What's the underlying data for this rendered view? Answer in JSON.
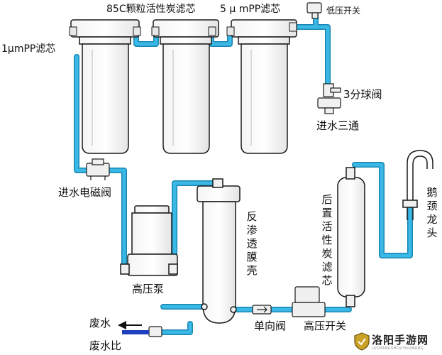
{
  "labels": {
    "cartridge_85c": "85C颗粒活性炭滤芯",
    "cartridge_5um": "5 μ mPP滤芯",
    "low_pressure_switch": "低压开关",
    "pp_1um": "1μmPP滤芯",
    "ball_valve_3": "3分球阀",
    "inlet_tee": "进水三通",
    "inlet_solenoid": "进水电磁阀",
    "ro_housing": "反渗透膜壳",
    "post_carbon": "后置活性炭滤芯",
    "gooseneck_faucet": "鹅颈龙头",
    "booster_pump": "高压泵",
    "waste_water": "废水",
    "waste_ratio": "废水比",
    "check_valve": "单向阀",
    "high_pressure_switch": "高压开关"
  },
  "watermark": {
    "logo_text": "洛阳手游网",
    "sub_text": "LUOYANGSHOUYOUWANG"
  },
  "colors": {
    "pipe": "#3ab8e6",
    "pipe_edge": "#1a86b3",
    "outline": "#1a1a1a",
    "waste_arrow": "#1e3fbf"
  }
}
